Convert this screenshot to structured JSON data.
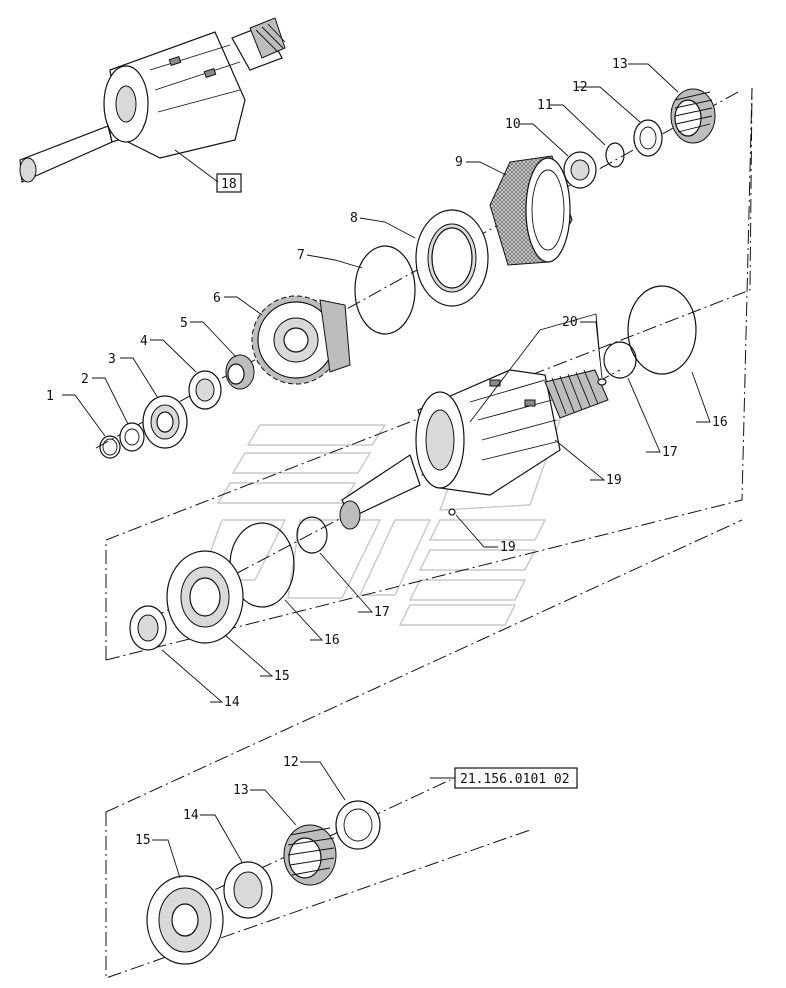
{
  "diagram": {
    "reference_box": "21.156.0101 02",
    "assembly_box": "18",
    "callouts": {
      "c1": "1",
      "c2": "2",
      "c3": "3",
      "c4": "4",
      "c5": "5",
      "c6": "6",
      "c7": "7",
      "c8": "8",
      "c9": "9",
      "c10": "10",
      "c11": "11",
      "c12a": "12",
      "c13a": "13",
      "c14a": "14",
      "c15a": "15",
      "c16a": "16",
      "c17a": "17",
      "c19a": "19",
      "c19b": "19",
      "c16b": "16",
      "c17b": "17",
      "c20": "20",
      "c12b": "12",
      "c13b": "13",
      "c14b": "14",
      "c15b": "15"
    }
  }
}
